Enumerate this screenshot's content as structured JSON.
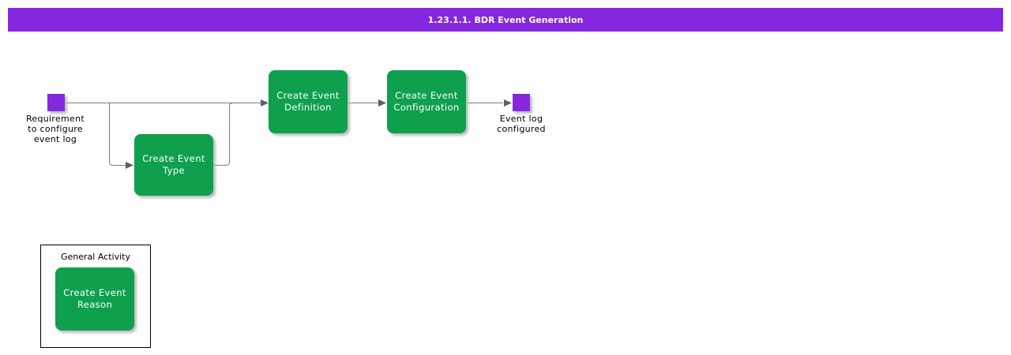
{
  "title_bar": {
    "title": "1.23.1.1. BDR Event Generation"
  },
  "colors": {
    "title_bar_bg": "#8627e0",
    "event_purple": "#8627e0",
    "activity_green": "#0fa04e",
    "connector_gray": "#7b7b7b",
    "arrowhead_gray": "#5f5f5f",
    "container_border": "#000000",
    "background": "#ffffff"
  },
  "flow": {
    "start_event": {
      "label": "Requirement\nto configure\nevent log"
    },
    "end_event": {
      "label": "Event log\nconfigured"
    },
    "activities": [
      {
        "label": "Create Event\nType"
      },
      {
        "label": "Create Event\nDefinition"
      },
      {
        "label": "Create Event\nConfiguration"
      }
    ]
  },
  "general_activity": {
    "title": "General Activity",
    "activities": [
      {
        "label": "Create Event\nReason"
      }
    ]
  }
}
